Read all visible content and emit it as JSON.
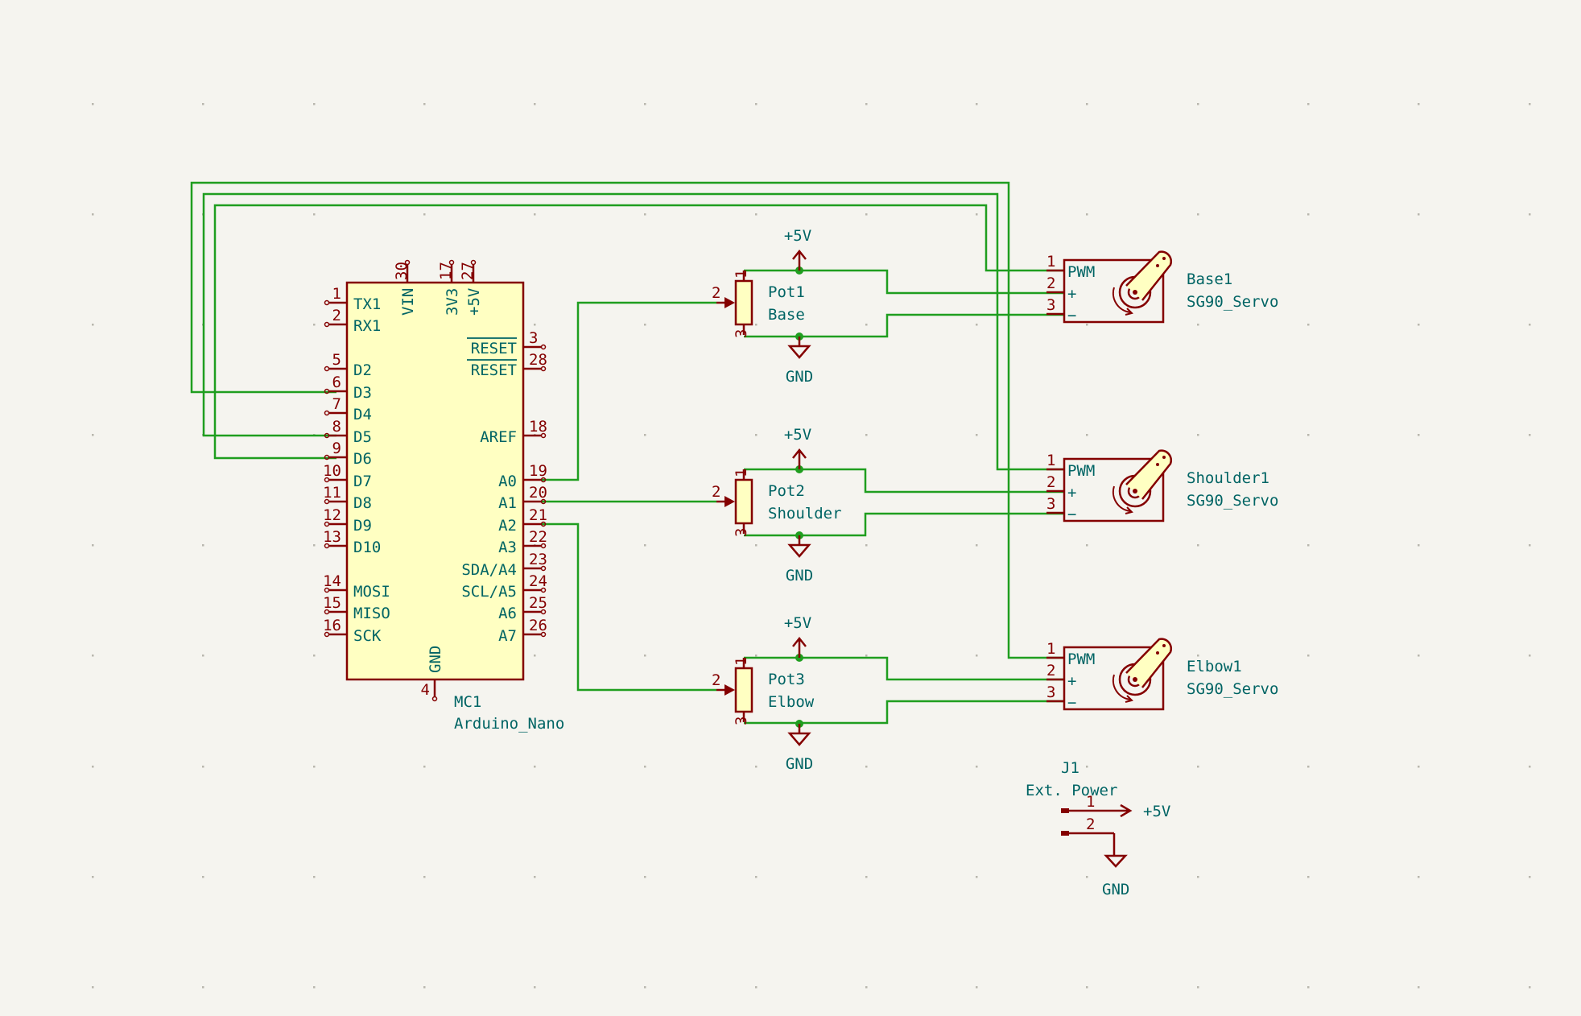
{
  "arduino": {
    "ref": "MC1",
    "value": "Arduino_Nano",
    "left_pins": [
      {
        "num": "1",
        "name": "TX1"
      },
      {
        "num": "2",
        "name": "RX1"
      },
      {
        "num": "5",
        "name": "D2"
      },
      {
        "num": "6",
        "name": "D3"
      },
      {
        "num": "7",
        "name": "D4"
      },
      {
        "num": "8",
        "name": "D5"
      },
      {
        "num": "9",
        "name": "D6"
      },
      {
        "num": "10",
        "name": "D7"
      },
      {
        "num": "11",
        "name": "D8"
      },
      {
        "num": "12",
        "name": "D9"
      },
      {
        "num": "13",
        "name": "D10"
      },
      {
        "num": "14",
        "name": "MOSI"
      },
      {
        "num": "15",
        "name": "MISO"
      },
      {
        "num": "16",
        "name": "SCK"
      }
    ],
    "right_pins": [
      {
        "num": "3",
        "name": "RESET"
      },
      {
        "num": "28",
        "name": "RESET"
      },
      {
        "num": "18",
        "name": "AREF"
      },
      {
        "num": "19",
        "name": "A0"
      },
      {
        "num": "20",
        "name": "A1"
      },
      {
        "num": "21",
        "name": "A2"
      },
      {
        "num": "22",
        "name": "A3"
      },
      {
        "num": "23",
        "name": "SDA/A4"
      },
      {
        "num": "24",
        "name": "SCL/A5"
      },
      {
        "num": "25",
        "name": "A6"
      },
      {
        "num": "26",
        "name": "A7"
      }
    ],
    "top_pins": [
      {
        "num": "30",
        "name": "VIN"
      },
      {
        "num": "17",
        "name": "3V3"
      },
      {
        "num": "27",
        "name": "+5V"
      }
    ],
    "bottom_pin": {
      "num": "4",
      "name": "GND"
    }
  },
  "pots": [
    {
      "ref": "Pot1",
      "value": "Base"
    },
    {
      "ref": "Pot2",
      "value": "Shoulder"
    },
    {
      "ref": "Pot3",
      "value": "Elbow"
    }
  ],
  "pot_pin_numbers": {
    "top": "1",
    "wiper": "2",
    "bottom": "3"
  },
  "servos": [
    {
      "ref": "Base1",
      "value": "SG90_Servo"
    },
    {
      "ref": "Shoulder1",
      "value": "SG90_Servo"
    },
    {
      "ref": "Elbow1",
      "value": "SG90_Servo"
    }
  ],
  "servo_pins": [
    {
      "num": "1",
      "name": "PWM"
    },
    {
      "num": "2",
      "name": "+"
    },
    {
      "num": "3",
      "name": "−"
    }
  ],
  "power": {
    "vcc_label": "+5V",
    "gnd_label": "GND"
  },
  "connector": {
    "ref": "J1",
    "value": "Ext. Power",
    "pins": [
      "1",
      "2"
    ]
  },
  "colors": {
    "background": "#f5f4ef",
    "component_outline": "#840000",
    "component_fill": "#ffffc2",
    "wire": "#1f9e1f",
    "label_text": "#006464"
  }
}
